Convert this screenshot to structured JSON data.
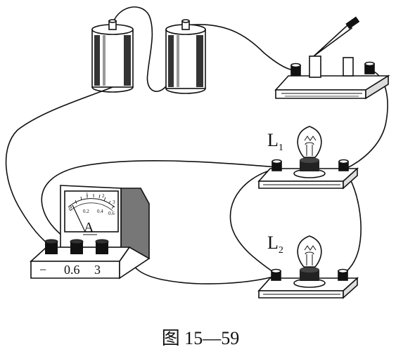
{
  "figure": {
    "caption": "图 15—59"
  },
  "labels": {
    "lamp1_letter": "L",
    "lamp1_sub": "1",
    "lamp2_letter": "L",
    "lamp2_sub": "2"
  },
  "ammeter": {
    "unit": "A",
    "terminals": [
      "−",
      "0.6",
      "3"
    ],
    "scale_lower": [
      "0",
      "0.2",
      "0.4",
      "0.6"
    ],
    "scale_upper": [
      "1",
      "2",
      "3"
    ]
  },
  "components": [
    "battery-cell",
    "battery-cell",
    "knife-switch",
    "lamp-L1",
    "lamp-L2",
    "ammeter"
  ],
  "colors": {
    "ink": "#111111",
    "background": "#ffffff"
  }
}
